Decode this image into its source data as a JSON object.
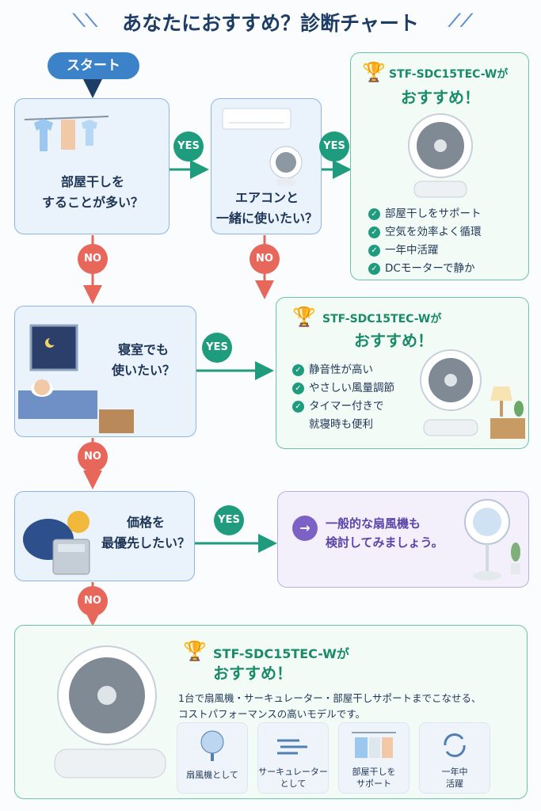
{
  "title": "あなたにおすすめ？診断チャート",
  "start": "スタート",
  "yes": "YES",
  "no": "NO",
  "q1": {
    "line1": "部屋干しを",
    "line2": "することが多い？"
  },
  "q2": {
    "line1": "エアコンと",
    "line2": "一緒に使いたい？"
  },
  "q3": {
    "line1": "寝室でも",
    "line2": "使いたい？"
  },
  "q4": {
    "line1": "価格を",
    "line2": "最優先したい？"
  },
  "r1": {
    "model": "STF-SDC15TEC-Wが",
    "reco": "おすすめ！",
    "features": [
      "部屋干しをサポート",
      "空気を効率よく循環",
      "一年中活躍",
      "DCモーターで静か"
    ]
  },
  "r2": {
    "model": "STF-SDC15TEC-Wが",
    "reco": "おすすめ！",
    "features": [
      "静音性が高い",
      "やさしい風量調節",
      "タイマー付きで",
      "就寝時も便利"
    ]
  },
  "r3": {
    "line1": "一般的な扇風機も",
    "line2": "検討してみましょう。"
  },
  "final": {
    "model": "STF-SDC15TEC-Wが",
    "reco": "おすすめ！",
    "desc1": "1台で扇風機・サーキュレーター・部屋干しサポートまでこなせる、",
    "desc2": "コストパフォーマンスの高いモデルです。",
    "cards": [
      {
        "l1": "扇風機として",
        "l2": ""
      },
      {
        "l1": "サーキュレーター",
        "l2": "として"
      },
      {
        "l1": "部屋干しを",
        "l2": "サポート"
      },
      {
        "l1": "一年中",
        "l2": "活躍"
      }
    ]
  },
  "colors": {
    "yes": "#1f9c7d",
    "no": "#e8675b",
    "question": "#eaf3fc",
    "result": "#f3fbf7",
    "alt": "#f3f0fb"
  }
}
